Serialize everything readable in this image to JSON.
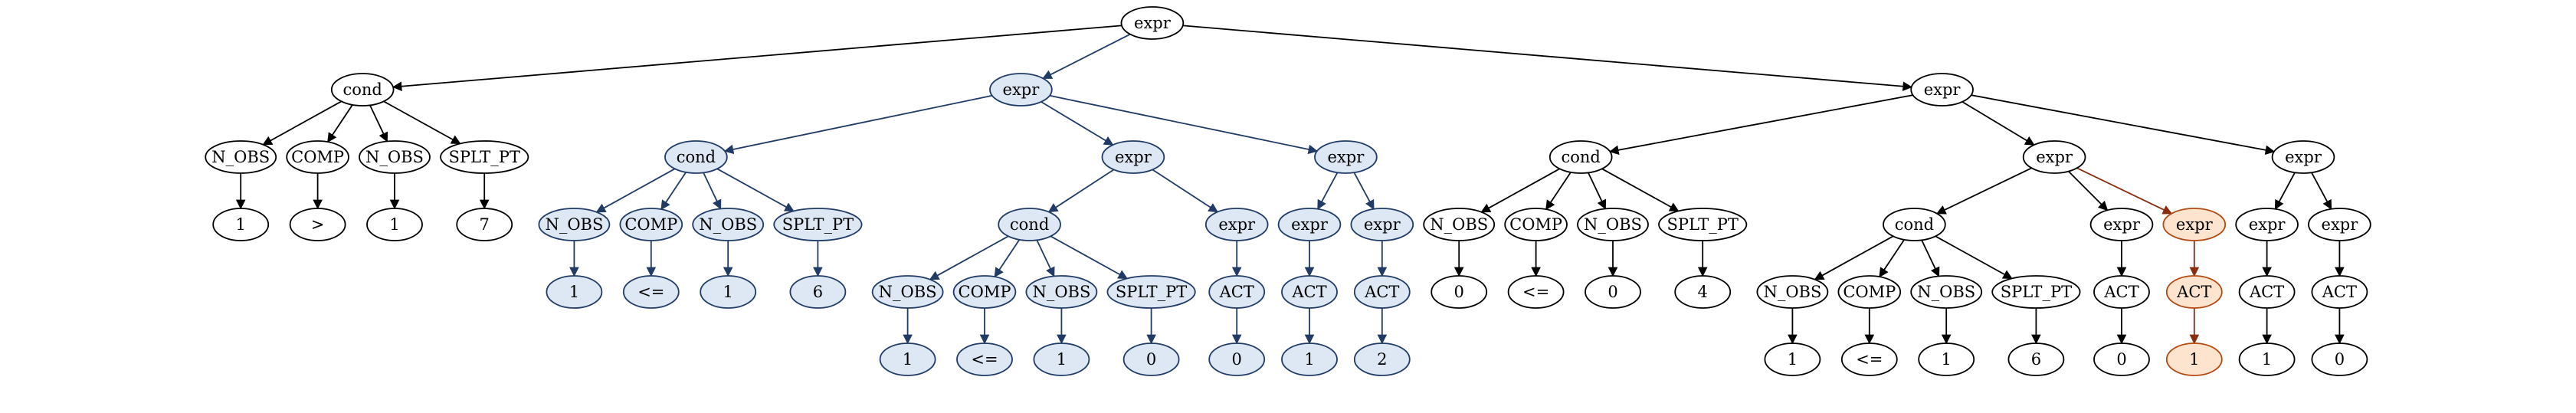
{
  "palette": {
    "default": {
      "fill": "#ffffff",
      "stroke": "#000000",
      "edge": "#000000",
      "text": "#000000"
    },
    "blue": {
      "fill": "#dde8f4",
      "stroke": "#1f3b66",
      "edge": "#1f3b66",
      "text": "#000000"
    },
    "orange": {
      "fill": "#fde4cf",
      "stroke": "#b34a12",
      "edge": "#8a2c0e",
      "text": "#000000"
    }
  },
  "tree": {
    "label": "expr",
    "children": [
      {
        "label": "cond",
        "children": [
          {
            "label": "N_OBS",
            "children": [
              {
                "label": "1"
              }
            ]
          },
          {
            "label": "COMP",
            "children": [
              {
                "label": ">"
              }
            ]
          },
          {
            "label": "N_OBS",
            "children": [
              {
                "label": "1"
              }
            ]
          },
          {
            "label": "SPLT_PT",
            "children": [
              {
                "label": "7"
              }
            ]
          }
        ]
      },
      {
        "label": "expr",
        "color": "blue",
        "children": [
          {
            "label": "cond",
            "color": "blue",
            "children": [
              {
                "label": "N_OBS",
                "color": "blue",
                "children": [
                  {
                    "label": "1",
                    "color": "blue"
                  }
                ]
              },
              {
                "label": "COMP",
                "color": "blue",
                "children": [
                  {
                    "label": "<=",
                    "color": "blue"
                  }
                ]
              },
              {
                "label": "N_OBS",
                "color": "blue",
                "children": [
                  {
                    "label": "1",
                    "color": "blue"
                  }
                ]
              },
              {
                "label": "SPLT_PT",
                "color": "blue",
                "children": [
                  {
                    "label": "6",
                    "color": "blue"
                  }
                ]
              }
            ]
          },
          {
            "label": "expr",
            "color": "blue",
            "children": [
              {
                "label": "cond",
                "color": "blue",
                "children": [
                  {
                    "label": "N_OBS",
                    "color": "blue",
                    "children": [
                      {
                        "label": "1",
                        "color": "blue"
                      }
                    ]
                  },
                  {
                    "label": "COMP",
                    "color": "blue",
                    "children": [
                      {
                        "label": "<=",
                        "color": "blue"
                      }
                    ]
                  },
                  {
                    "label": "N_OBS",
                    "color": "blue",
                    "children": [
                      {
                        "label": "1",
                        "color": "blue"
                      }
                    ]
                  },
                  {
                    "label": "SPLT_PT",
                    "color": "blue",
                    "children": [
                      {
                        "label": "0",
                        "color": "blue"
                      }
                    ]
                  }
                ]
              },
              {
                "label": "expr",
                "color": "blue",
                "children": [
                  {
                    "label": "ACT",
                    "color": "blue",
                    "children": [
                      {
                        "label": "0",
                        "color": "blue"
                      }
                    ]
                  }
                ]
              }
            ]
          },
          {
            "label": "expr",
            "color": "blue",
            "children": [
              {
                "label": "expr",
                "color": "blue",
                "children": [
                  {
                    "label": "ACT",
                    "color": "blue",
                    "children": [
                      {
                        "label": "1",
                        "color": "blue"
                      }
                    ]
                  }
                ]
              },
              {
                "label": "expr",
                "color": "blue",
                "children": [
                  {
                    "label": "ACT",
                    "color": "blue",
                    "children": [
                      {
                        "label": "2",
                        "color": "blue"
                      }
                    ]
                  }
                ]
              }
            ]
          }
        ]
      },
      {
        "label": "expr",
        "children": [
          {
            "label": "cond",
            "children": [
              {
                "label": "N_OBS",
                "children": [
                  {
                    "label": "0"
                  }
                ]
              },
              {
                "label": "COMP",
                "children": [
                  {
                    "label": "<="
                  }
                ]
              },
              {
                "label": "N_OBS",
                "children": [
                  {
                    "label": "0"
                  }
                ]
              },
              {
                "label": "SPLT_PT",
                "children": [
                  {
                    "label": "4"
                  }
                ]
              }
            ]
          },
          {
            "label": "expr",
            "children": [
              {
                "label": "cond",
                "children": [
                  {
                    "label": "N_OBS",
                    "children": [
                      {
                        "label": "1"
                      }
                    ]
                  },
                  {
                    "label": "COMP",
                    "children": [
                      {
                        "label": "<="
                      }
                    ]
                  },
                  {
                    "label": "N_OBS",
                    "children": [
                      {
                        "label": "1"
                      }
                    ]
                  },
                  {
                    "label": "SPLT_PT",
                    "children": [
                      {
                        "label": "6"
                      }
                    ]
                  }
                ]
              },
              {
                "label": "expr",
                "children": [
                  {
                    "label": "ACT",
                    "children": [
                      {
                        "label": "0"
                      }
                    ]
                  }
                ]
              },
              {
                "label": "expr",
                "color": "orange",
                "children": [
                  {
                    "label": "ACT",
                    "color": "orange",
                    "children": [
                      {
                        "label": "1",
                        "color": "orange"
                      }
                    ]
                  }
                ]
              }
            ]
          },
          {
            "label": "expr",
            "children": [
              {
                "label": "expr",
                "children": [
                  {
                    "label": "ACT",
                    "children": [
                      {
                        "label": "1"
                      }
                    ]
                  }
                ]
              },
              {
                "label": "expr",
                "children": [
                  {
                    "label": "ACT",
                    "children": [
                      {
                        "label": "0"
                      }
                    ]
                  }
                ]
              }
            ]
          }
        ]
      }
    ]
  }
}
